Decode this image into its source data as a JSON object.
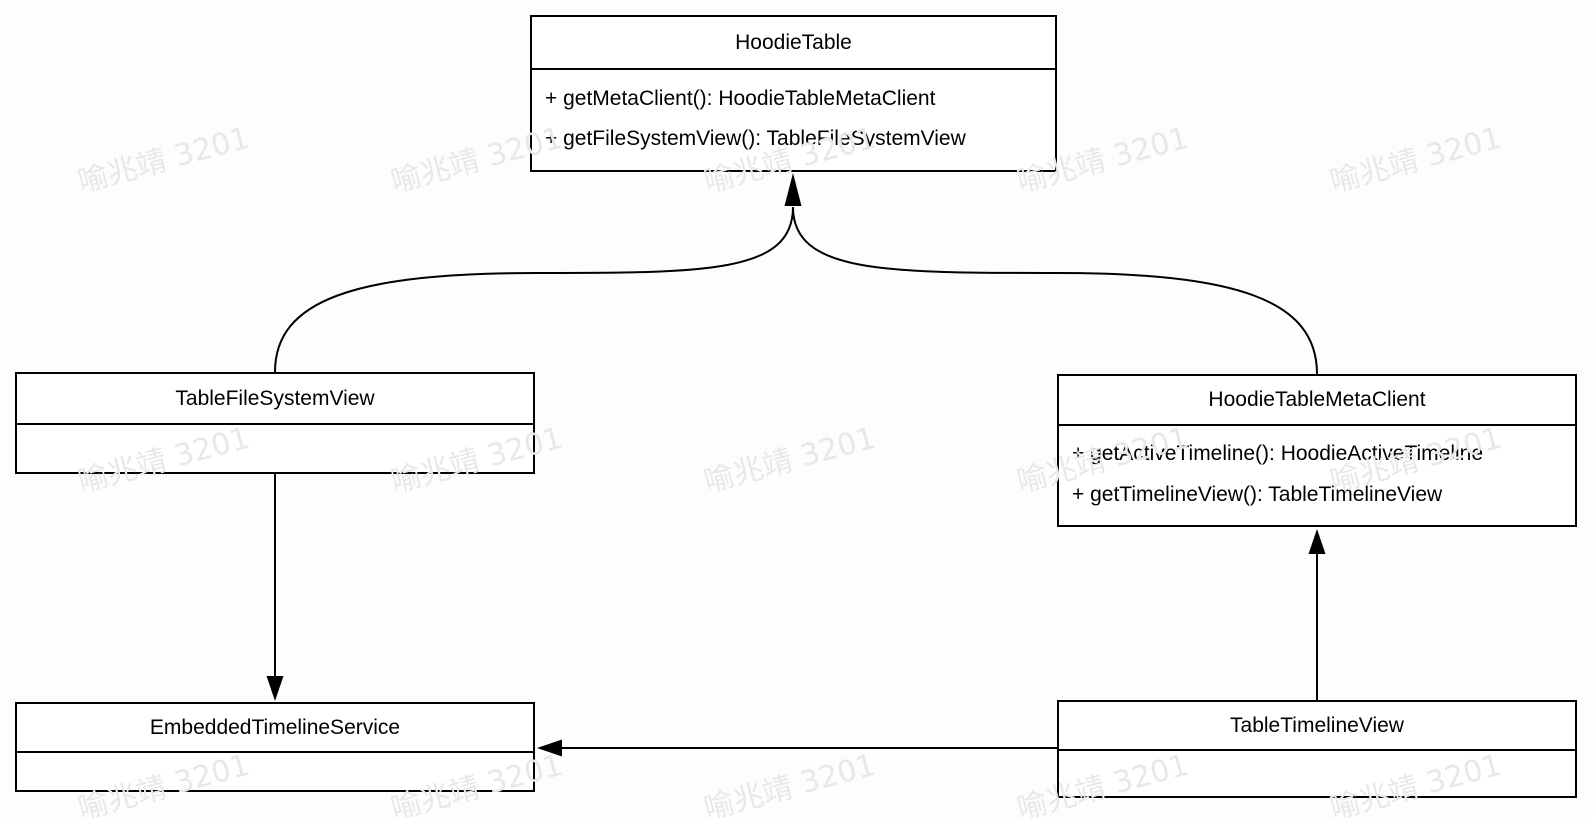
{
  "watermark": {
    "text": "喻兆靖 3201",
    "color": "#e8e8e8"
  },
  "classes": {
    "hoodie_table": {
      "name": "HoodieTable",
      "methods": [
        "+ getMetaClient(): HoodieTableMetaClient",
        "+ getFileSystemView(): TableFileSystemView"
      ]
    },
    "table_file_system_view": {
      "name": "TableFileSystemView",
      "methods": []
    },
    "hoodie_table_meta_client": {
      "name": "HoodieTableMetaClient",
      "methods": [
        "+ getActiveTimeline(): HoodieActiveTimeline",
        "+ getTimelineView(): TableTimelineView"
      ]
    },
    "embedded_timeline_service": {
      "name": "EmbeddedTimelineService",
      "methods": []
    },
    "table_timeline_view": {
      "name": "TableTimelineView",
      "methods": []
    }
  },
  "relations": [
    {
      "from": "TableFileSystemView",
      "to": "HoodieTable",
      "style": "curved-arrow"
    },
    {
      "from": "HoodieTableMetaClient",
      "to": "HoodieTable",
      "style": "curved-arrow"
    },
    {
      "from": "TableFileSystemView",
      "to": "EmbeddedTimelineService",
      "style": "straight-arrow"
    },
    {
      "from": "TableTimelineView",
      "to": "HoodieTableMetaClient",
      "style": "straight-arrow"
    },
    {
      "from": "TableTimelineView",
      "to": "EmbeddedTimelineService",
      "style": "straight-arrow"
    }
  ],
  "colors": {
    "line": "#000000",
    "box_fill": "#ffffff",
    "background": "#fdfdfd"
  }
}
